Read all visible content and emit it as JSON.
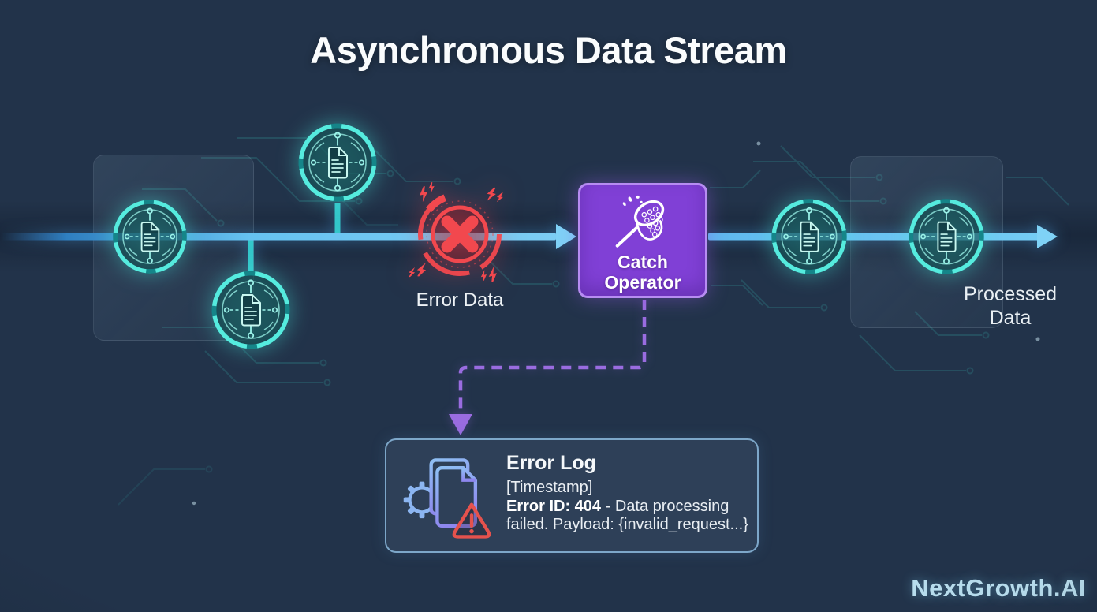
{
  "title": "Asynchronous Data Stream",
  "stream": {
    "error_label": "Error Data",
    "processed_label": "Processed Data"
  },
  "catch_operator": {
    "label": "Catch Operator",
    "icon": "butterfly-net-icon"
  },
  "error_log": {
    "title": "Error Log",
    "timestamp": "[Timestamp]",
    "error_id": "Error ID: 404",
    "message": " - Data processing failed. Payload: {invalid_request...}",
    "icon": "gear-document-warning-icon"
  },
  "brand": "NextGrowth.AI",
  "icons": {
    "stream_node": "document-network-icon",
    "error": "error-burst-x-icon",
    "catch": "butterfly-net-icon",
    "log": "gear-document-warning-icon",
    "warning": "warning-triangle-icon"
  },
  "colors": {
    "background": "#22334a",
    "stream_blue": "#66c2f0",
    "node_teal": "#55ebde",
    "error_red": "#f2484e",
    "catch_purple": "#8040d6",
    "catch_border": "#b78cf2",
    "branch_purple": "#9a6ce0",
    "log_bg": "#2e4058",
    "log_border": "#7da7c9",
    "log_icon_blue": "#8cb6f2",
    "warning_red": "#e5524d",
    "brand_text": "#b7dcec",
    "text": "#f2f6f8"
  }
}
